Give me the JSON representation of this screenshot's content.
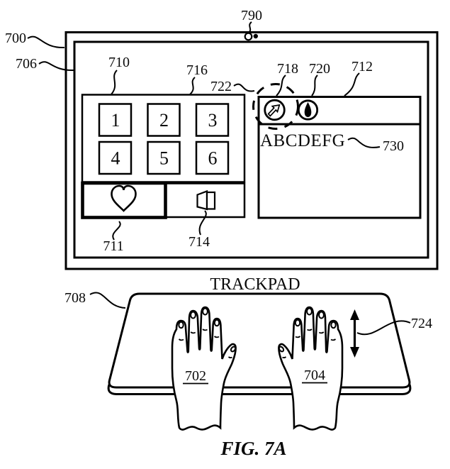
{
  "figure": {
    "caption": "FIG. 7A",
    "ink_color": "#000000",
    "background_color": "#ffffff"
  },
  "display": {
    "ref_device": "700",
    "ref_screen": "706",
    "ref_camera": "790",
    "grid_panel": {
      "ref_panel": "710",
      "ref_grid": "716",
      "cells": [
        "1",
        "2",
        "3",
        "4",
        "5",
        "6"
      ],
      "heart_button": {
        "ref": "711",
        "icon": "heart-icon",
        "selected": true
      },
      "pages_button": {
        "ref": "714",
        "icon": "book-icon"
      }
    },
    "text_panel": {
      "ref_panel": "712",
      "content": "ABCDEFG",
      "ref_content": "730",
      "cursor_icon": {
        "ref": "718",
        "icon": "ne-arrow-cursor-icon"
      },
      "pen_icon": {
        "ref": "720",
        "icon": "pen-icon"
      },
      "selection_ring": {
        "ref": "722",
        "style": "dashed-circle"
      }
    }
  },
  "trackpad": {
    "title": "TRACKPAD",
    "ref_trackpad": "708",
    "left_hand": {
      "ref": "702"
    },
    "right_hand": {
      "ref": "704"
    },
    "scroll_arrow": {
      "ref": "724",
      "direction": "vertical-double"
    }
  }
}
